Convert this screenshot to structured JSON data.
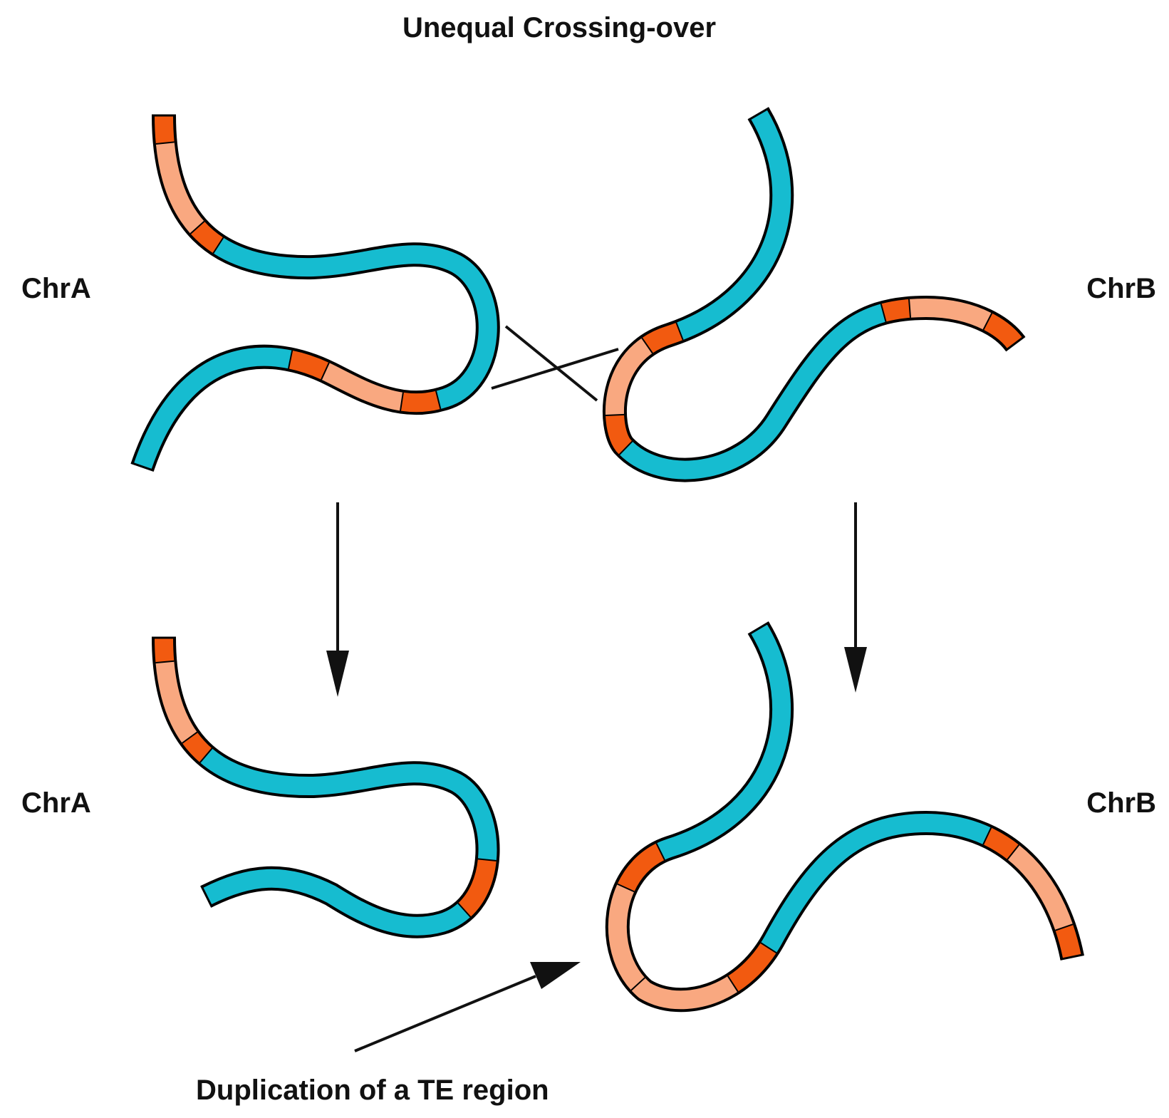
{
  "title": "Unequal Crossing-over",
  "labels": {
    "top_left": "ChrA",
    "top_right": "ChrB",
    "bottom_left": "ChrA",
    "bottom_right": "ChrB",
    "annotation": "Duplication of a TE region"
  },
  "colors": {
    "chromosome": "#16bcd0",
    "te_dark": "#f25a10",
    "te_light": "#f9a880",
    "outline": "#000000",
    "background": "#ffffff"
  },
  "chromosomes": [
    {
      "id": "top-chrA",
      "segments": [
        "te_dark",
        "te_light",
        "te_dark",
        "chromosome",
        "te_dark",
        "te_light",
        "te_dark",
        "chromosome"
      ]
    },
    {
      "id": "top-chrB",
      "segments": [
        "chromosome",
        "te_dark",
        "te_light",
        "te_dark",
        "chromosome",
        "te_dark",
        "te_light",
        "te_dark"
      ]
    },
    {
      "id": "bottom-chrA",
      "segments": [
        "te_dark",
        "te_light",
        "te_dark",
        "chromosome",
        "te_dark",
        "chromosome"
      ]
    },
    {
      "id": "bottom-chrB",
      "segments": [
        "chromosome",
        "te_dark",
        "te_light",
        "te_light",
        "te_dark",
        "chromosome",
        "te_dark",
        "te_light",
        "te_dark"
      ]
    }
  ]
}
